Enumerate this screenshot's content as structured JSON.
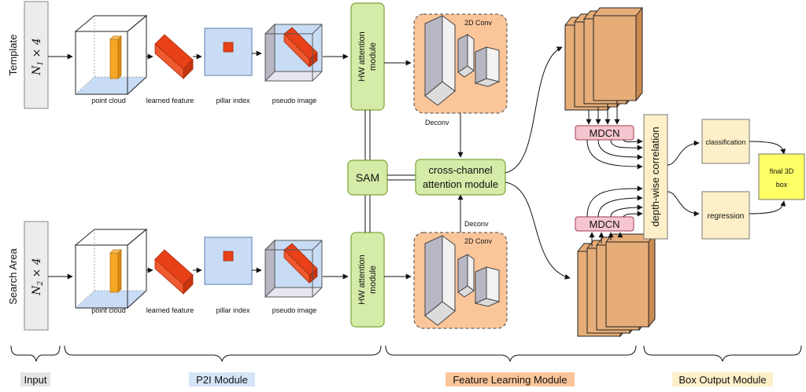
{
  "rows": {
    "template": {
      "side_label": "Template",
      "input": "N_1 × 4",
      "input_main": "N",
      "input_sub": "1",
      "input_rest": " × 4"
    },
    "search": {
      "side_label": "Search Area",
      "input": "N_2 × 4",
      "input_main": "N",
      "input_sub": "2",
      "input_rest": " × 4"
    }
  },
  "p2i": {
    "point_cloud": "point cloud",
    "learned_feature": "learned feature",
    "pillar_index": "pillar index",
    "pseudo_image": "pseudo image"
  },
  "hw_attention": {
    "line1": "HW attention",
    "line2": "module"
  },
  "conv2d": "2D Conv",
  "deconv": "Deconv",
  "sam": "SAM",
  "cross_channel": {
    "line1": "cross-channel",
    "line2": "attention module"
  },
  "mdcn": "MDCN",
  "depthwise": "depth-wise correlation",
  "classification": "classification",
  "regression": "regression",
  "final_box": {
    "line1": "final 3D",
    "line2": "box"
  },
  "sections": {
    "input": "Input",
    "p2i": "P2I Module",
    "feature_learning": "Feature Learning Module",
    "box_output": "Box Output Module"
  },
  "colors": {
    "green": "#d5eba8",
    "green_border": "#7da43a",
    "orange": "#fbc59a",
    "feature_map": "#e7ad78",
    "pink": "#f5c6cf",
    "cream": "#fdf0c8",
    "yellow": "#ffff66",
    "blue": "#c8dcf5",
    "red": "#e84118",
    "gray": "#ececec"
  }
}
